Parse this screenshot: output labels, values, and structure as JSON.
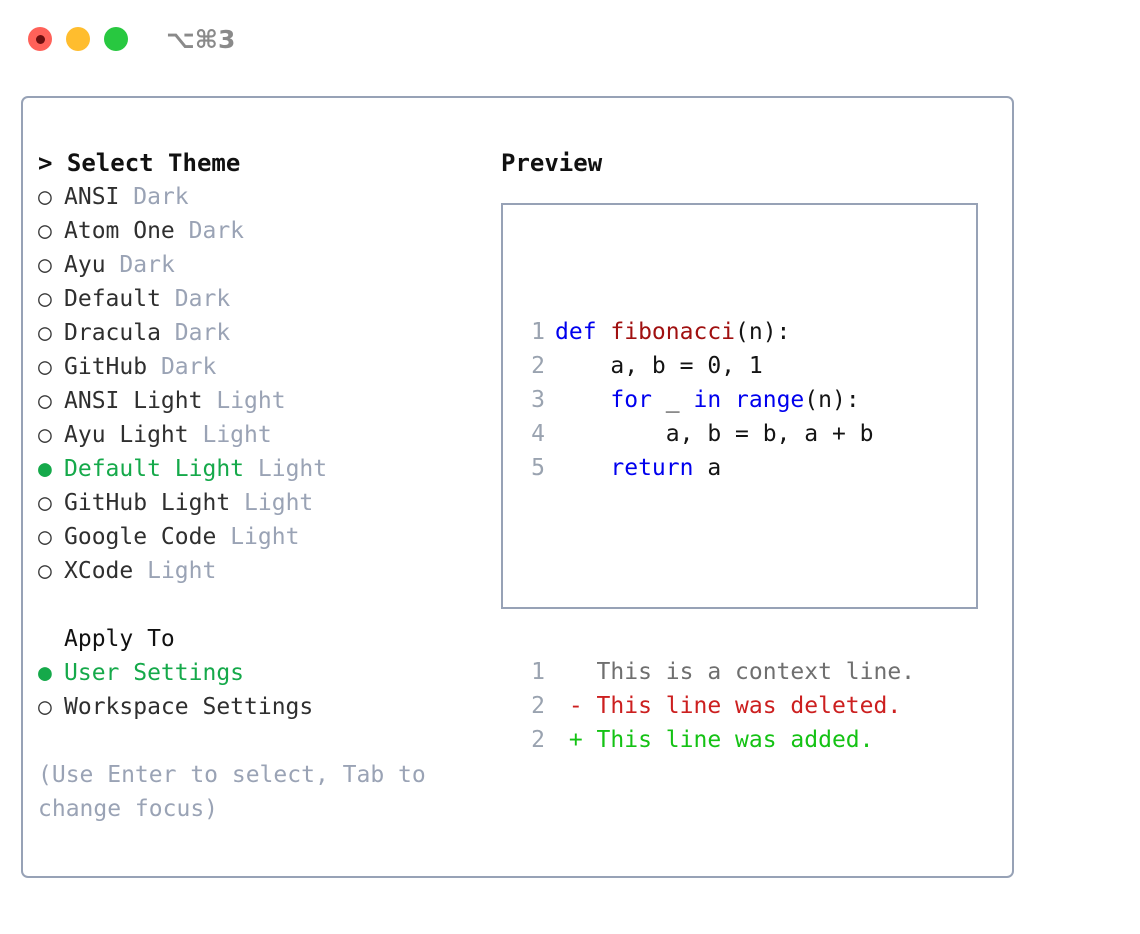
{
  "titlebar": {
    "shortcut": "⌥⌘3",
    "buttons": [
      {
        "name": "close",
        "color": "#ff6159"
      },
      {
        "name": "minimize",
        "color": "#ffbd2e"
      },
      {
        "name": "zoom",
        "color": "#28c840"
      }
    ]
  },
  "theme_section": {
    "caret": ">",
    "title": "Select Theme",
    "marker_unselected": "○",
    "marker_selected": "●",
    "items": [
      {
        "label": "ANSI",
        "suffix": "Dark",
        "selected": false
      },
      {
        "label": "Atom One",
        "suffix": "Dark",
        "selected": false
      },
      {
        "label": "Ayu",
        "suffix": "Dark",
        "selected": false
      },
      {
        "label": "Default",
        "suffix": "Dark",
        "selected": false
      },
      {
        "label": "Dracula",
        "suffix": "Dark",
        "selected": false
      },
      {
        "label": "GitHub",
        "suffix": "Dark",
        "selected": false
      },
      {
        "label": "ANSI Light",
        "suffix": "Light",
        "selected": false
      },
      {
        "label": "Ayu Light",
        "suffix": "Light",
        "selected": false
      },
      {
        "label": "Default Light",
        "suffix": "Light",
        "selected": true
      },
      {
        "label": "GitHub Light",
        "suffix": "Light",
        "selected": false
      },
      {
        "label": "Google Code",
        "suffix": "Light",
        "selected": false
      },
      {
        "label": "XCode",
        "suffix": "Light",
        "selected": false
      }
    ]
  },
  "apply_section": {
    "title": "Apply To",
    "items": [
      {
        "label": "User Settings",
        "selected": true
      },
      {
        "label": "Workspace Settings",
        "selected": false
      }
    ]
  },
  "hint": "(Use Enter to select, Tab to change focus)",
  "preview": {
    "title": "Preview",
    "code_lines": [
      {
        "num": "1",
        "tokens": [
          {
            "t": "def ",
            "c": "kw"
          },
          {
            "t": "fibonacci",
            "c": "fn"
          },
          {
            "t": "(n):",
            "c": "txt"
          }
        ]
      },
      {
        "num": "2",
        "tokens": [
          {
            "t": "    a, b = 0, 1",
            "c": "txt"
          }
        ]
      },
      {
        "num": "3",
        "tokens": [
          {
            "t": "    ",
            "c": "txt"
          },
          {
            "t": "for",
            "c": "kw"
          },
          {
            "t": " _ ",
            "c": "txt"
          },
          {
            "t": "in",
            "c": "kw"
          },
          {
            "t": " ",
            "c": "txt"
          },
          {
            "t": "range",
            "c": "kw"
          },
          {
            "t": "(n):",
            "c": "txt"
          }
        ]
      },
      {
        "num": "4",
        "tokens": [
          {
            "t": "        a, b = b, a + b",
            "c": "txt"
          }
        ]
      },
      {
        "num": "5",
        "tokens": [
          {
            "t": "    ",
            "c": "txt"
          },
          {
            "t": "return",
            "c": "kw"
          },
          {
            "t": " a",
            "c": "txt"
          }
        ]
      }
    ],
    "diff_lines": [
      {
        "num": "1",
        "sign": " ",
        "text": "This is a context line.",
        "kind": "ctx"
      },
      {
        "num": "2",
        "sign": "-",
        "text": "This line was deleted.",
        "kind": "del"
      },
      {
        "num": "2",
        "sign": "+",
        "text": "This line was added.",
        "kind": "add"
      }
    ]
  },
  "colors": {
    "selected_green": "#15a94a",
    "diff_added": "#14c214",
    "diff_deleted": "#cc1f1f",
    "keyword_blue": "#0000ee",
    "function_red": "#a01010",
    "muted_gray": "#9aa3b5",
    "border": "#97a2b6"
  }
}
